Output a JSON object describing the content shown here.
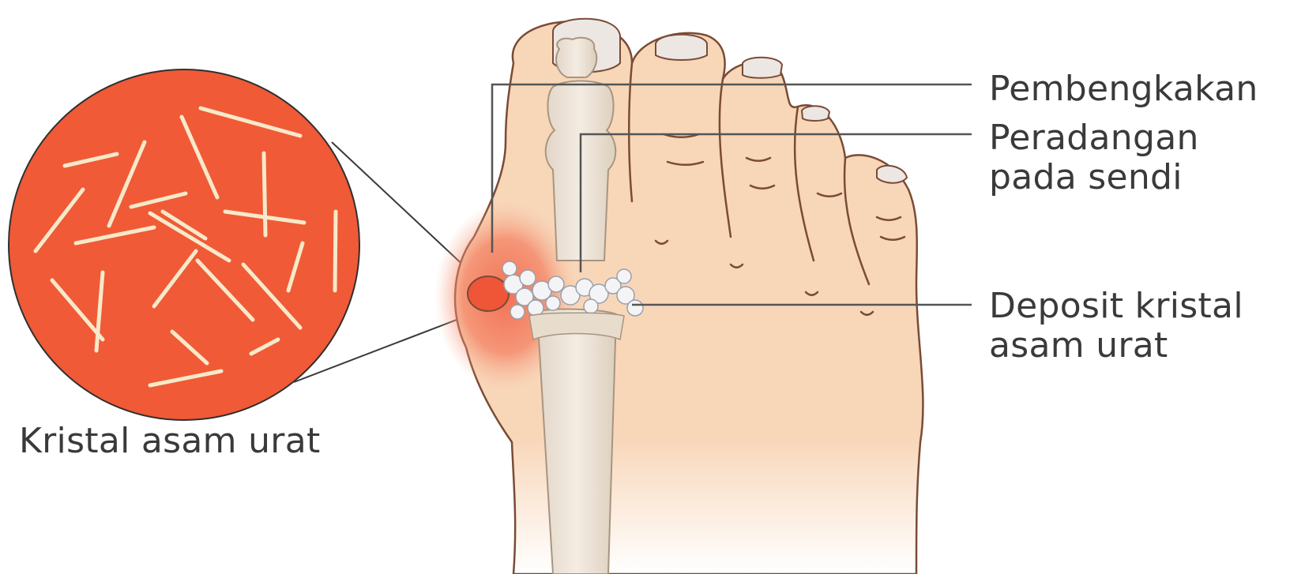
{
  "labels": {
    "swelling": "Pembengkakan",
    "inflammation_line1": "Peradangan",
    "inflammation_line2": "pada sendi",
    "deposit_line1": "Deposit kristal",
    "deposit_line2": "asam urat",
    "crystal": "Kristal asam urat"
  },
  "colors": {
    "crystal_bg": "#f05a37",
    "skin": "#f7d2b3",
    "inflamed": "#f26b4e",
    "bone": "#efe6dc",
    "leader_line": "#444444",
    "text": "#3a3a3a"
  }
}
